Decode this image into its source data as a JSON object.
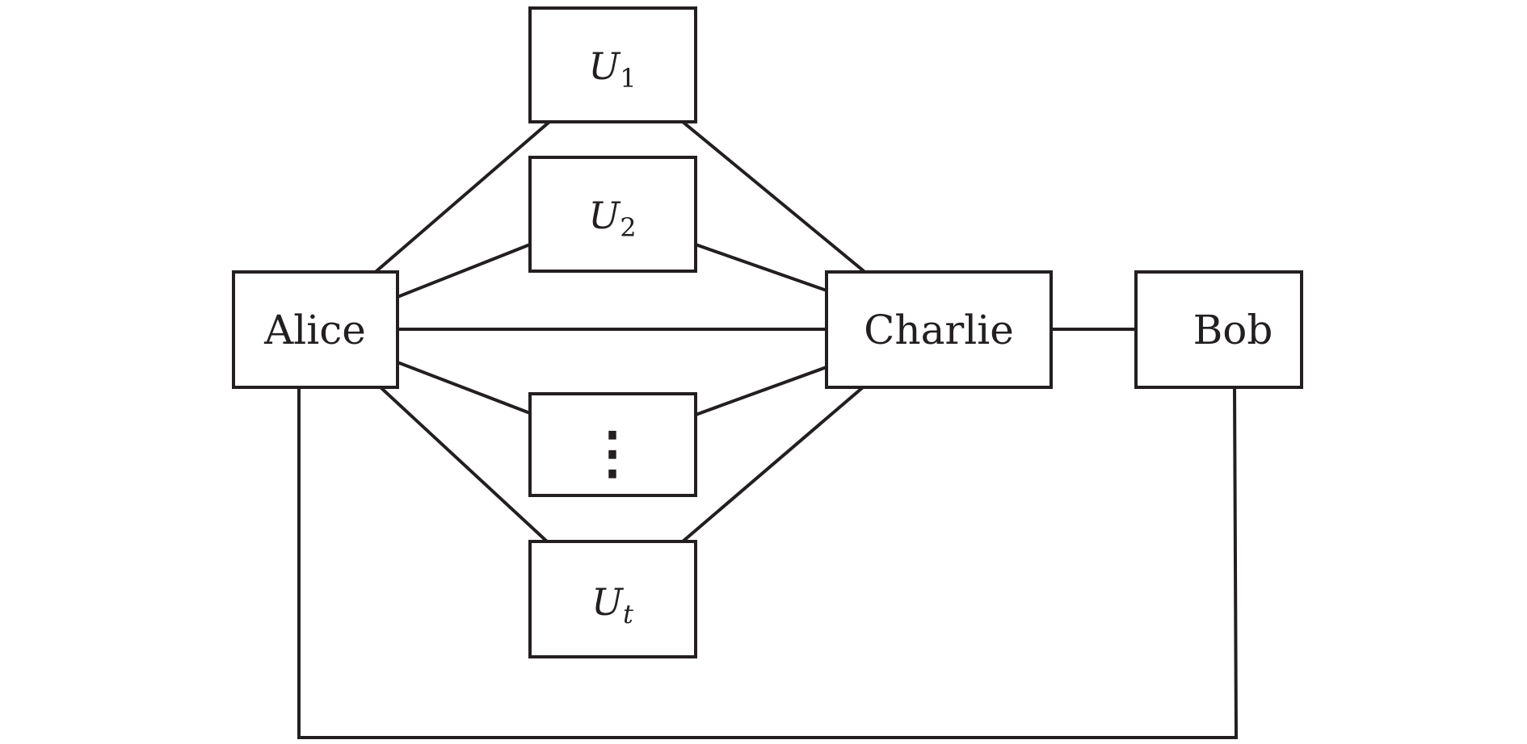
{
  "nodes": {
    "u1": {
      "main": "U",
      "sub": "1"
    },
    "u2": {
      "main": "U",
      "sub": "2"
    },
    "dots": {
      "label": "⋮"
    },
    "ut": {
      "main": "U",
      "sub": "t"
    },
    "alice": {
      "label": "Alice"
    },
    "charlie": {
      "label": "Charlie"
    },
    "bob": {
      "label": "Bob"
    }
  },
  "colors": {
    "stroke": "#231f20",
    "background": "#ffffff"
  }
}
